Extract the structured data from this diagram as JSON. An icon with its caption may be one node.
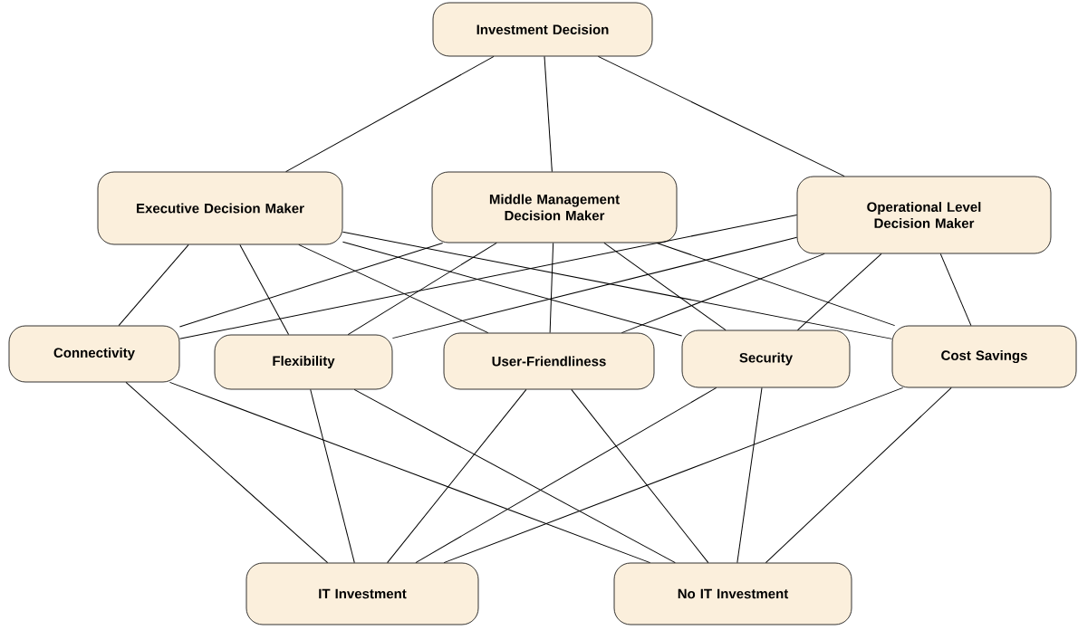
{
  "diagram": {
    "nodes": [
      {
        "text": [
          "Investment Decision"
        ]
      },
      {
        "text": [
          "Executive Decision Maker"
        ]
      },
      {
        "text": [
          "Middle Management Decision Maker"
        ]
      },
      {
        "text": [
          "Operational Level Decision Maker"
        ]
      },
      {
        "text": [
          "Connectivity"
        ]
      },
      {
        "text": [
          "Flexibility"
        ]
      },
      {
        "text": [
          "User-Friendliness"
        ]
      },
      {
        "text": [
          "Security"
        ]
      },
      {
        "text": [
          "Cost Savings"
        ]
      },
      {
        "text": [
          "IT Investment"
        ]
      },
      {
        "text": [
          "No IT Investment"
        ]
      }
    ],
    "edges": [
      {
        "from": 0,
        "to": 1,
        "arrow": "none"
      },
      {
        "from": 0,
        "to": 2,
        "arrow": "none"
      },
      {
        "from": 0,
        "to": 3,
        "arrow": "none"
      },
      {
        "from": 1,
        "to": 4,
        "arrow": "none"
      },
      {
        "from": 1,
        "to": 5,
        "arrow": "none"
      },
      {
        "from": 1,
        "to": 6,
        "arrow": "none"
      },
      {
        "from": 1,
        "to": 7,
        "arrow": "none"
      },
      {
        "from": 1,
        "to": 8,
        "arrow": "none"
      },
      {
        "from": 2,
        "to": 4,
        "arrow": "none"
      },
      {
        "from": 2,
        "to": 5,
        "arrow": "none"
      },
      {
        "from": 2,
        "to": 6,
        "arrow": "none"
      },
      {
        "from": 2,
        "to": 7,
        "arrow": "none"
      },
      {
        "from": 2,
        "to": 8,
        "arrow": "none"
      },
      {
        "from": 3,
        "to": 4,
        "arrow": "none"
      },
      {
        "from": 3,
        "to": 5,
        "arrow": "none"
      },
      {
        "from": 3,
        "to": 6,
        "arrow": "none"
      },
      {
        "from": 3,
        "to": 7,
        "arrow": "none"
      },
      {
        "from": 3,
        "to": 8,
        "arrow": "none"
      },
      {
        "from": 4,
        "to": 9,
        "arrow": "none"
      },
      {
        "from": 4,
        "to": 10,
        "arrow": "none"
      },
      {
        "from": 5,
        "to": 9,
        "arrow": "none"
      },
      {
        "from": 5,
        "to": 10,
        "arrow": "none"
      },
      {
        "from": 6,
        "to": 9,
        "arrow": "none"
      },
      {
        "from": 6,
        "to": 10,
        "arrow": "none"
      },
      {
        "from": 7,
        "to": 9,
        "arrow": "none"
      },
      {
        "from": 7,
        "to": 10,
        "arrow": "none"
      },
      {
        "from": 8,
        "to": 9,
        "arrow": "none"
      },
      {
        "from": 8,
        "to": 10,
        "arrow": "none"
      }
    ]
  }
}
